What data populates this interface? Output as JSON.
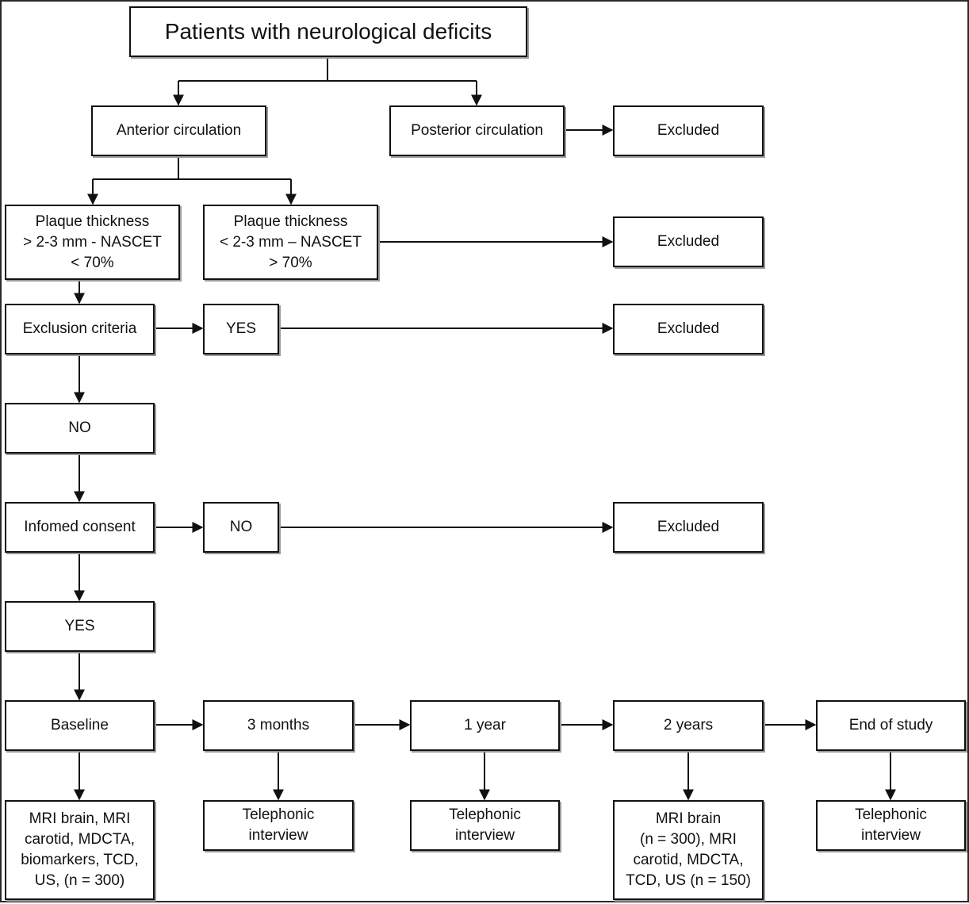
{
  "diagram": {
    "nodes": {
      "patients": "Patients with neurological deficits",
      "anterior": "Anterior circulation",
      "posterior": "Posterior circulation",
      "excluded_posterior": "Excluded",
      "plaque_gt": "Plaque thickness\n> 2-3 mm - NASCET\n< 70%",
      "plaque_lt": "Plaque thickness\n< 2-3 mm – NASCET\n> 70%",
      "excluded_plaque": "Excluded",
      "exclusion_criteria": "Exclusion criteria",
      "exclusion_yes": "YES",
      "excluded_criteria": "Excluded",
      "exclusion_no": "NO",
      "informed_consent": "Infomed consent",
      "consent_no": "NO",
      "excluded_consent": "Excluded",
      "consent_yes": "YES",
      "baseline": "Baseline",
      "three_months": "3 months",
      "one_year": "1 year",
      "two_years": "2 years",
      "end_of_study": "End of study",
      "baseline_tests": "MRI brain, MRI\ncarotid, MDCTA,\nbiomarkers, TCD,\nUS, (n = 300)",
      "three_months_followup": "Telephonic\ninterview",
      "one_year_followup": "Telephonic\ninterview",
      "two_years_tests": "MRI brain\n(n = 300), MRI\ncarotid, MDCTA,\nTCD, US (n = 150)",
      "end_followup": "Telephonic\ninterview"
    }
  }
}
